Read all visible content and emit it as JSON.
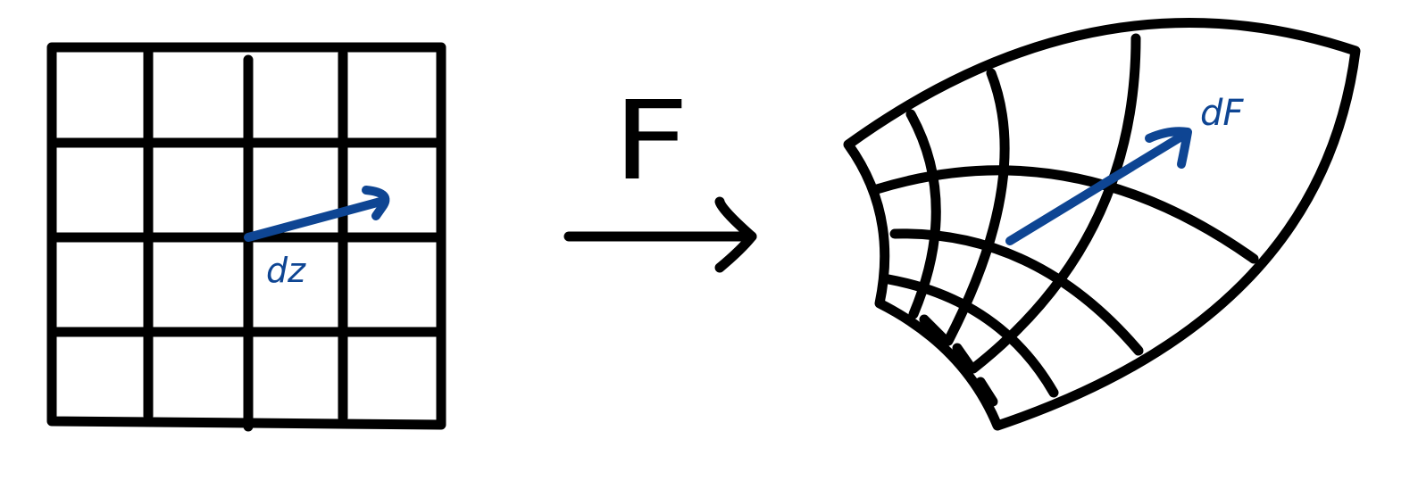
{
  "map_label": "F",
  "domain_vector_label": "dz",
  "image_vector_label": "dF",
  "colors": {
    "ink": "#000000",
    "vector": "#0e4593",
    "background": "#ffffff"
  }
}
